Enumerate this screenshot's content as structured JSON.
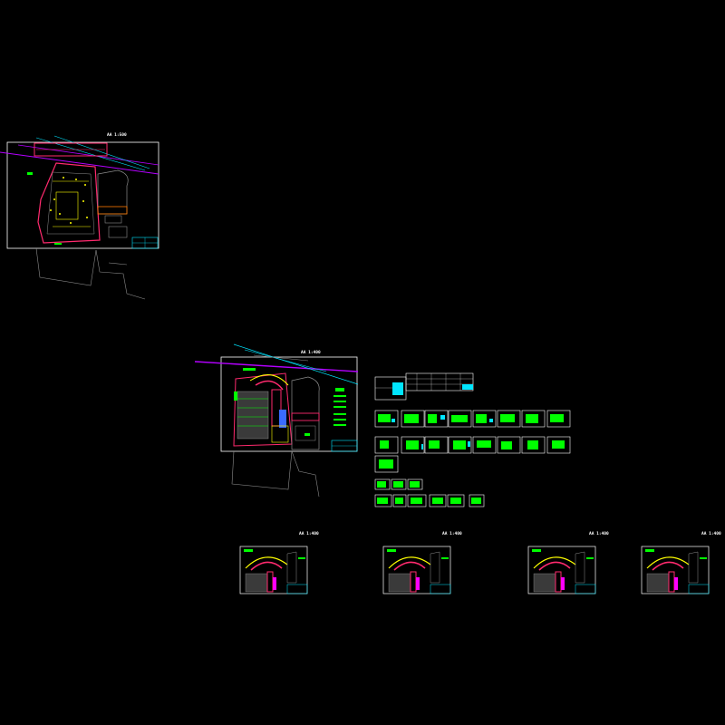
{
  "drawing": {
    "scale_labels": {
      "main_plan": "AA 1:500",
      "mid_plan": "AA 1:400",
      "small_plan_1": "AA 1:400",
      "small_plan_2": "AA 1:400",
      "small_plan_3": "AA 1:400",
      "small_plan_4": "AA 1:400"
    },
    "colors": {
      "background": "#000000",
      "frame": "#ffffff",
      "boundary": "#ff2a6e",
      "road": "#b400ff",
      "cyan": "#00e5ff",
      "green": "#00ff00",
      "yellow": "#ffff00",
      "gray": "#8c8c8c",
      "orange": "#ff7a00",
      "blue": "#3a6bff",
      "red": "#ff0000"
    }
  }
}
